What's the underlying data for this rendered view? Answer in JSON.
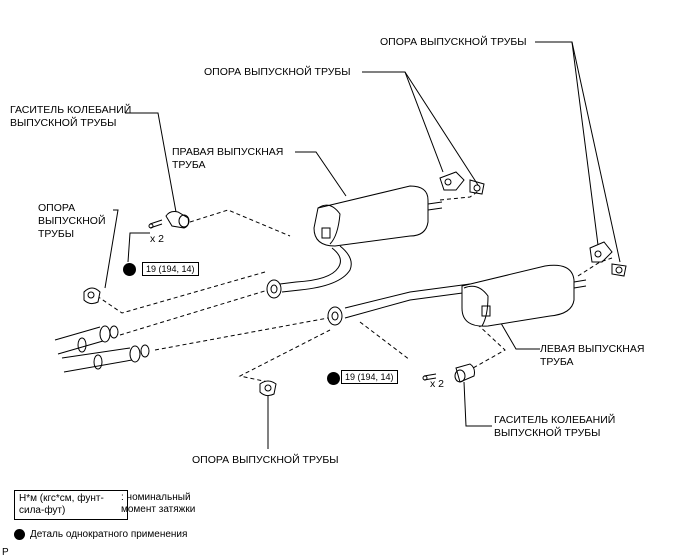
{
  "labels": {
    "support_top_right": "ОПОРА ВЫПУСКНОЙ ТРУБЫ",
    "support_top_mid": "ОПОРА ВЫПУСКНОЙ ТРУБЫ",
    "damper_left_line1": "ГАСИТЕЛЬ КОЛЕБАНИЙ",
    "damper_left_line2": "ВЫПУСКНОЙ ТРУБЫ",
    "right_pipe_line1": "ПРАВАЯ ВЫПУСКНАЯ",
    "right_pipe_line2": "ТРУБА",
    "support_left_line1": "ОПОРА",
    "support_left_line2": "ВЫПУСКНОЙ",
    "support_left_line3": "ТРУБЫ",
    "left_pipe_line1": "ЛЕВАЯ ВЫПУСКНАЯ",
    "left_pipe_line2": "ТРУБА",
    "damper_right_line1": "ГАСИТЕЛЬ КОЛЕБАНИЙ",
    "damper_right_line2": "ВЫПУСКНОЙ ТРУБЫ",
    "support_bottom": "ОПОРА ВЫПУСКНОЙ ТРУБЫ",
    "qty_left": "x 2",
    "qty_right": "x 2",
    "corner_mark": "P"
  },
  "torque": {
    "left": "19 (194, 14)",
    "right": "19 (194, 14)"
  },
  "legend": {
    "unit_line1": "Н*м (кгс*см, фунт-",
    "unit_line2": "сила-фут)",
    "unit_desc_line1": ": номинальный",
    "unit_desc_line2": "момент затяжки",
    "single_use": "Деталь однократного применения"
  }
}
